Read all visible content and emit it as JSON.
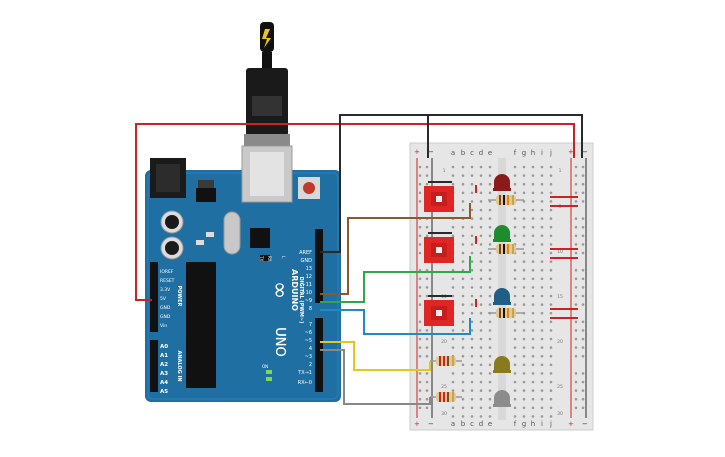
{
  "arduino": {
    "brand": "ARDUINO",
    "model": "UNO",
    "logo": "∞",
    "power_header": {
      "title": "POWER",
      "pins": [
        "IOREF",
        "RESET",
        "3.3V",
        "5V",
        "GND",
        "GND",
        "Vin"
      ]
    },
    "analog_header": {
      "title": "ANALOG IN",
      "pins": [
        "A0",
        "A1",
        "A2",
        "A3",
        "A4",
        "A5"
      ]
    },
    "digital_header": {
      "title": "DIGITAL (PWM~)",
      "top_pins": [
        "AREF",
        "GND",
        "13",
        "12",
        "~11",
        "~10",
        "~9",
        "8"
      ],
      "bottom_pins": [
        "7",
        "~6",
        "~5",
        "4",
        "~3",
        "2",
        "TX→1",
        "RX←0"
      ]
    },
    "small_labels": [
      "TX",
      "RX",
      "L",
      "ON"
    ]
  },
  "breadboard": {
    "columns_left": [
      "a",
      "b",
      "c",
      "d",
      "e"
    ],
    "columns_right": [
      "f",
      "g",
      "h",
      "i",
      "j"
    ],
    "rail_plus": "+",
    "rail_minus": "−",
    "row_numbers": [
      "1",
      "5",
      "10",
      "15",
      "20",
      "25",
      "30"
    ]
  },
  "components": {
    "leds": [
      {
        "name": "red-led",
        "color": "#8b1a1a"
      },
      {
        "name": "green-led",
        "color": "#1e8c2c"
      },
      {
        "name": "blue-led",
        "color": "#1f5e86"
      },
      {
        "name": "yellow-led",
        "color": "#8a7a1e"
      },
      {
        "name": "white-led",
        "color": "#8c8c8c"
      }
    ],
    "buttons": 3,
    "resistors": 5
  },
  "wire_colors": {
    "red": "#cc2222",
    "black": "#2a2a2a",
    "brown": "#8b5a2b",
    "green": "#2fa84a",
    "blue": "#1a8cc8",
    "yellow": "#e6c619",
    "gray": "#888888"
  }
}
